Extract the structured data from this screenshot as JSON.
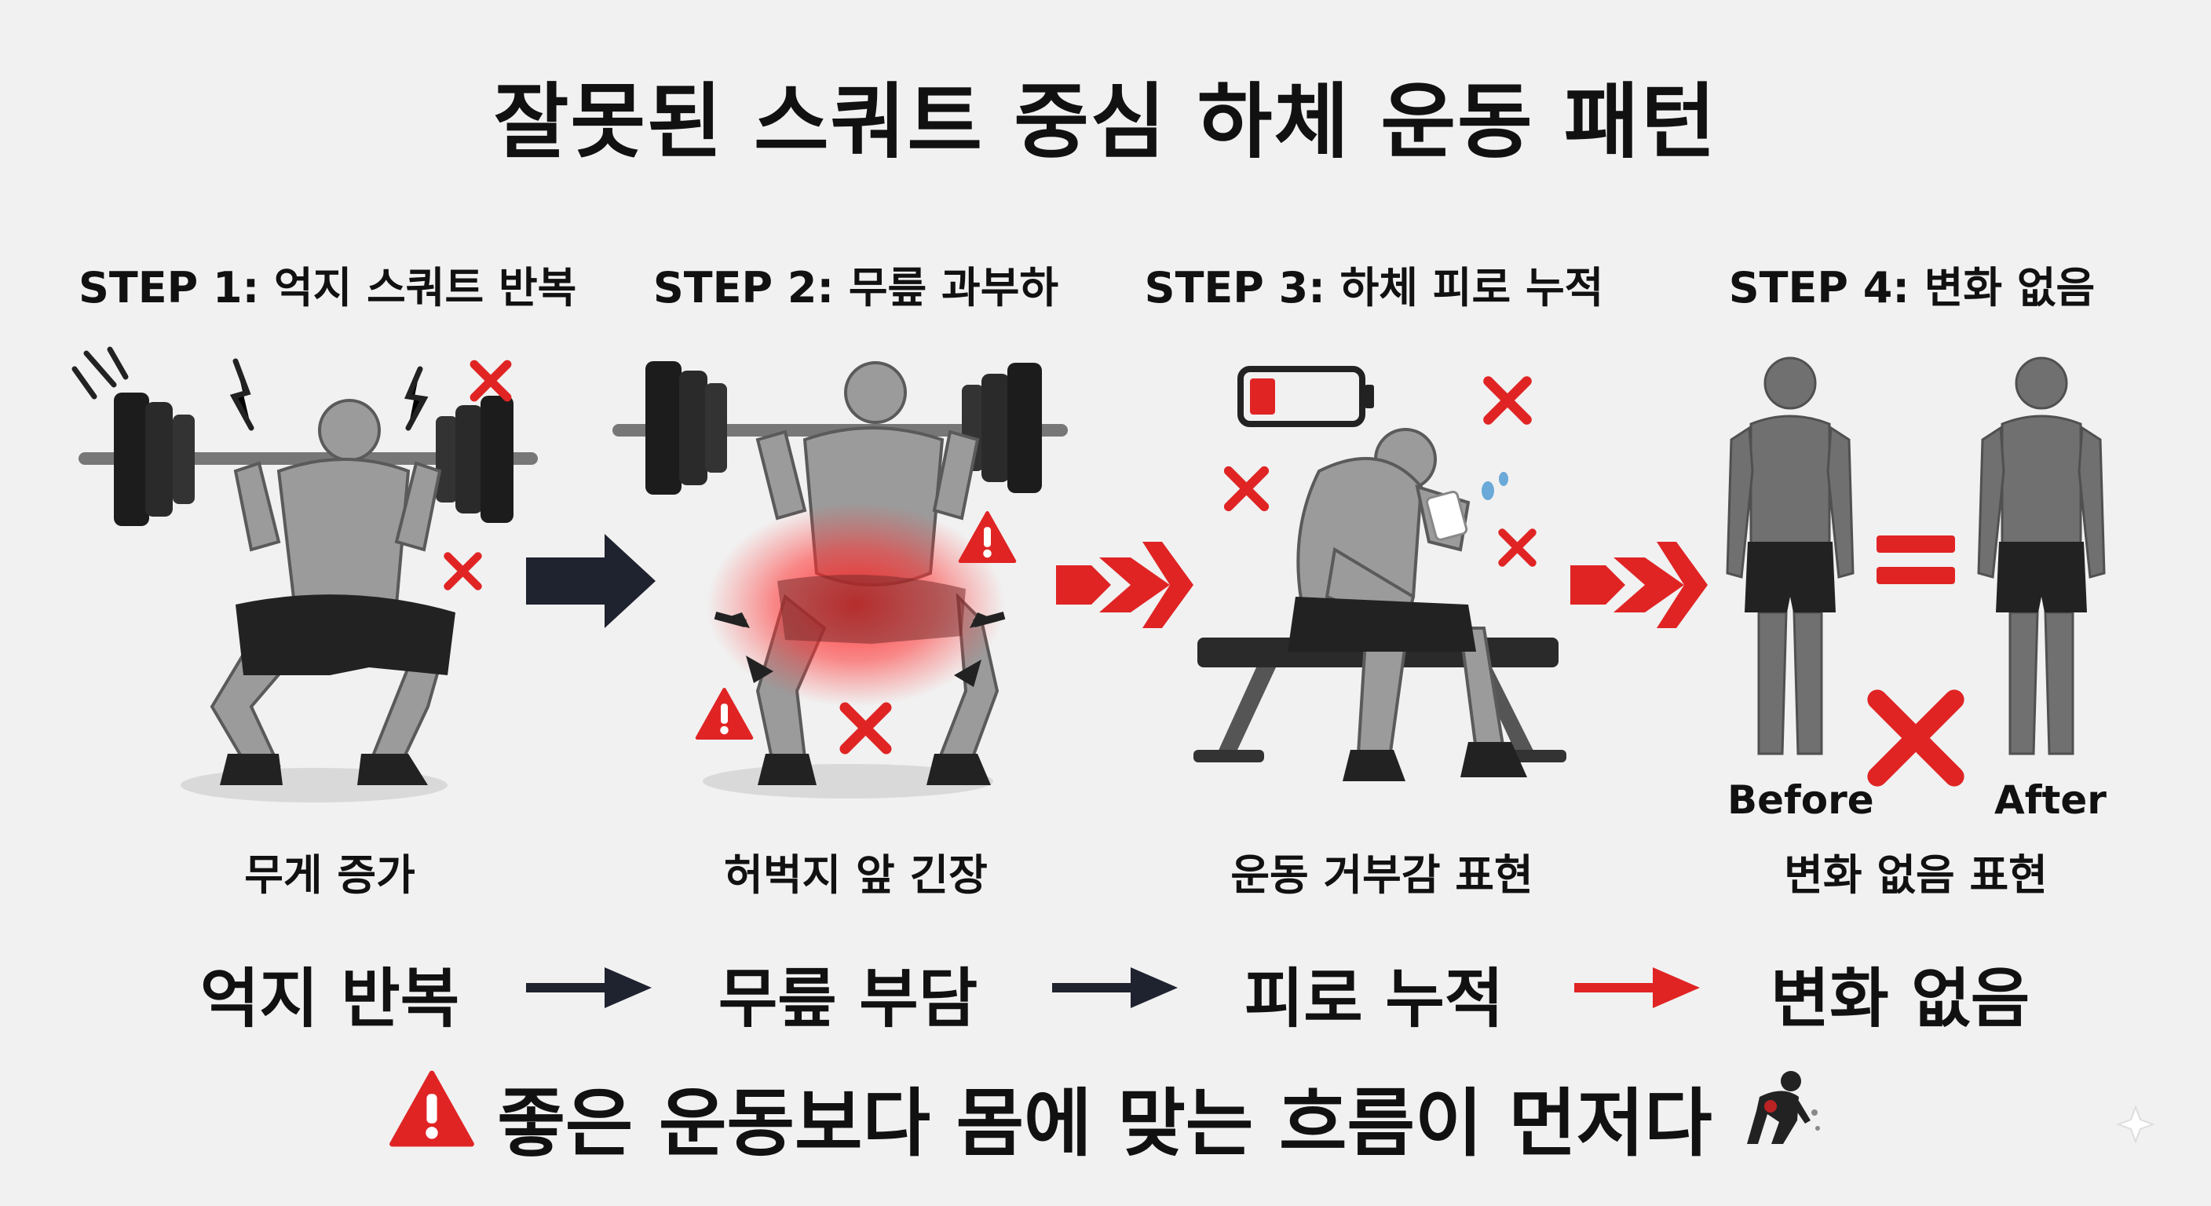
{
  "title": "잘못된 스쿼트 중심 하체 운동 패턴",
  "steps": [
    {
      "title": "STEP 1: 억지 스쿼트 반복",
      "caption": "무게 증가"
    },
    {
      "title": "STEP 2: 무릎 과부하",
      "caption": "허벅지 앞 긴장"
    },
    {
      "title": "STEP 3: 하체 피로 누적",
      "caption": "운동 거부감 표현"
    },
    {
      "title": "STEP 4: 변화 없음",
      "caption": "변화 없음 표현",
      "before_label": "Before",
      "after_label": "After"
    }
  ],
  "flow": [
    "억지 반복",
    "무릎 부담",
    "피로 누적",
    "변화 없음"
  ],
  "bottom_message": "좋은 운동보다 몸에 맞는 흐름이 먼저다",
  "colors": {
    "accent": "#e02424",
    "dark_arrow": "#1f2330",
    "figure": "#8a8a8a",
    "shorts": "#222222"
  },
  "icons": [
    "barbell-icon",
    "cross-mark-icon",
    "warning-icon",
    "low-battery-icon",
    "equals-icon",
    "arrow-right-icon",
    "double-arrow-icon"
  ]
}
